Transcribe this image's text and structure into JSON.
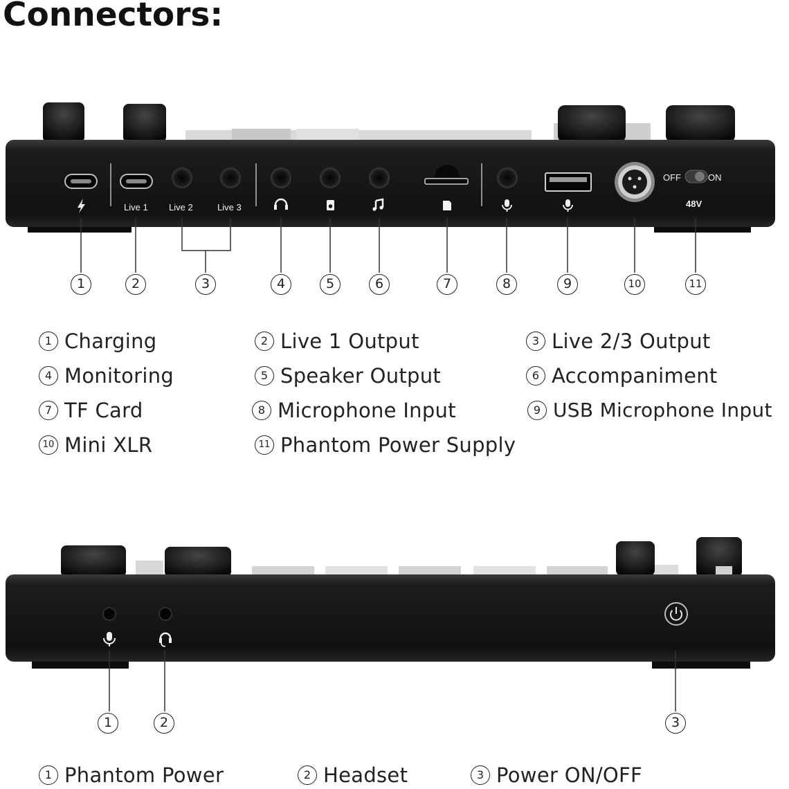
{
  "title": "Connectors:",
  "top_panel": {
    "port_labels": {
      "live1": "Live 1",
      "live2": "Live 2",
      "live3": "Live 3",
      "off": "OFF",
      "on": "ON",
      "v48": "48V"
    },
    "markers": [
      "1",
      "2",
      "3",
      "4",
      "5",
      "6",
      "7",
      "8",
      "9",
      "10",
      "11"
    ]
  },
  "top_legend": [
    {
      "n": "1",
      "text": "Charging"
    },
    {
      "n": "2",
      "text": "Live 1 Output"
    },
    {
      "n": "3",
      "text": "Live 2/3  Output"
    },
    {
      "n": "4",
      "text": "Monitoring"
    },
    {
      "n": "5",
      "text": "Speaker Output"
    },
    {
      "n": "6",
      "text": "Accompaniment"
    },
    {
      "n": "7",
      "text": "TF Card"
    },
    {
      "n": "8",
      "text": "Microphone Input"
    },
    {
      "n": "9",
      "text": "USB Microphone Input"
    },
    {
      "n": "10",
      "text": "Mini XLR"
    },
    {
      "n": "11",
      "text": "Phantom Power Supply"
    }
  ],
  "bottom_panel": {
    "markers": [
      "1",
      "2",
      "3"
    ]
  },
  "bottom_legend": [
    {
      "n": "1",
      "text": "Phantom Power"
    },
    {
      "n": "2",
      "text": "Headset"
    },
    {
      "n": "3",
      "text": "Power ON/OFF"
    }
  ],
  "icons": [
    "lightning-icon",
    "headphones-icon",
    "speaker-icon",
    "music-note-icon",
    "sd-card-icon",
    "microphone-icon",
    "power-icon",
    "headset-icon",
    "xlr-connector-icon",
    "usb-a-port-icon",
    "usb-c-port-icon"
  ]
}
